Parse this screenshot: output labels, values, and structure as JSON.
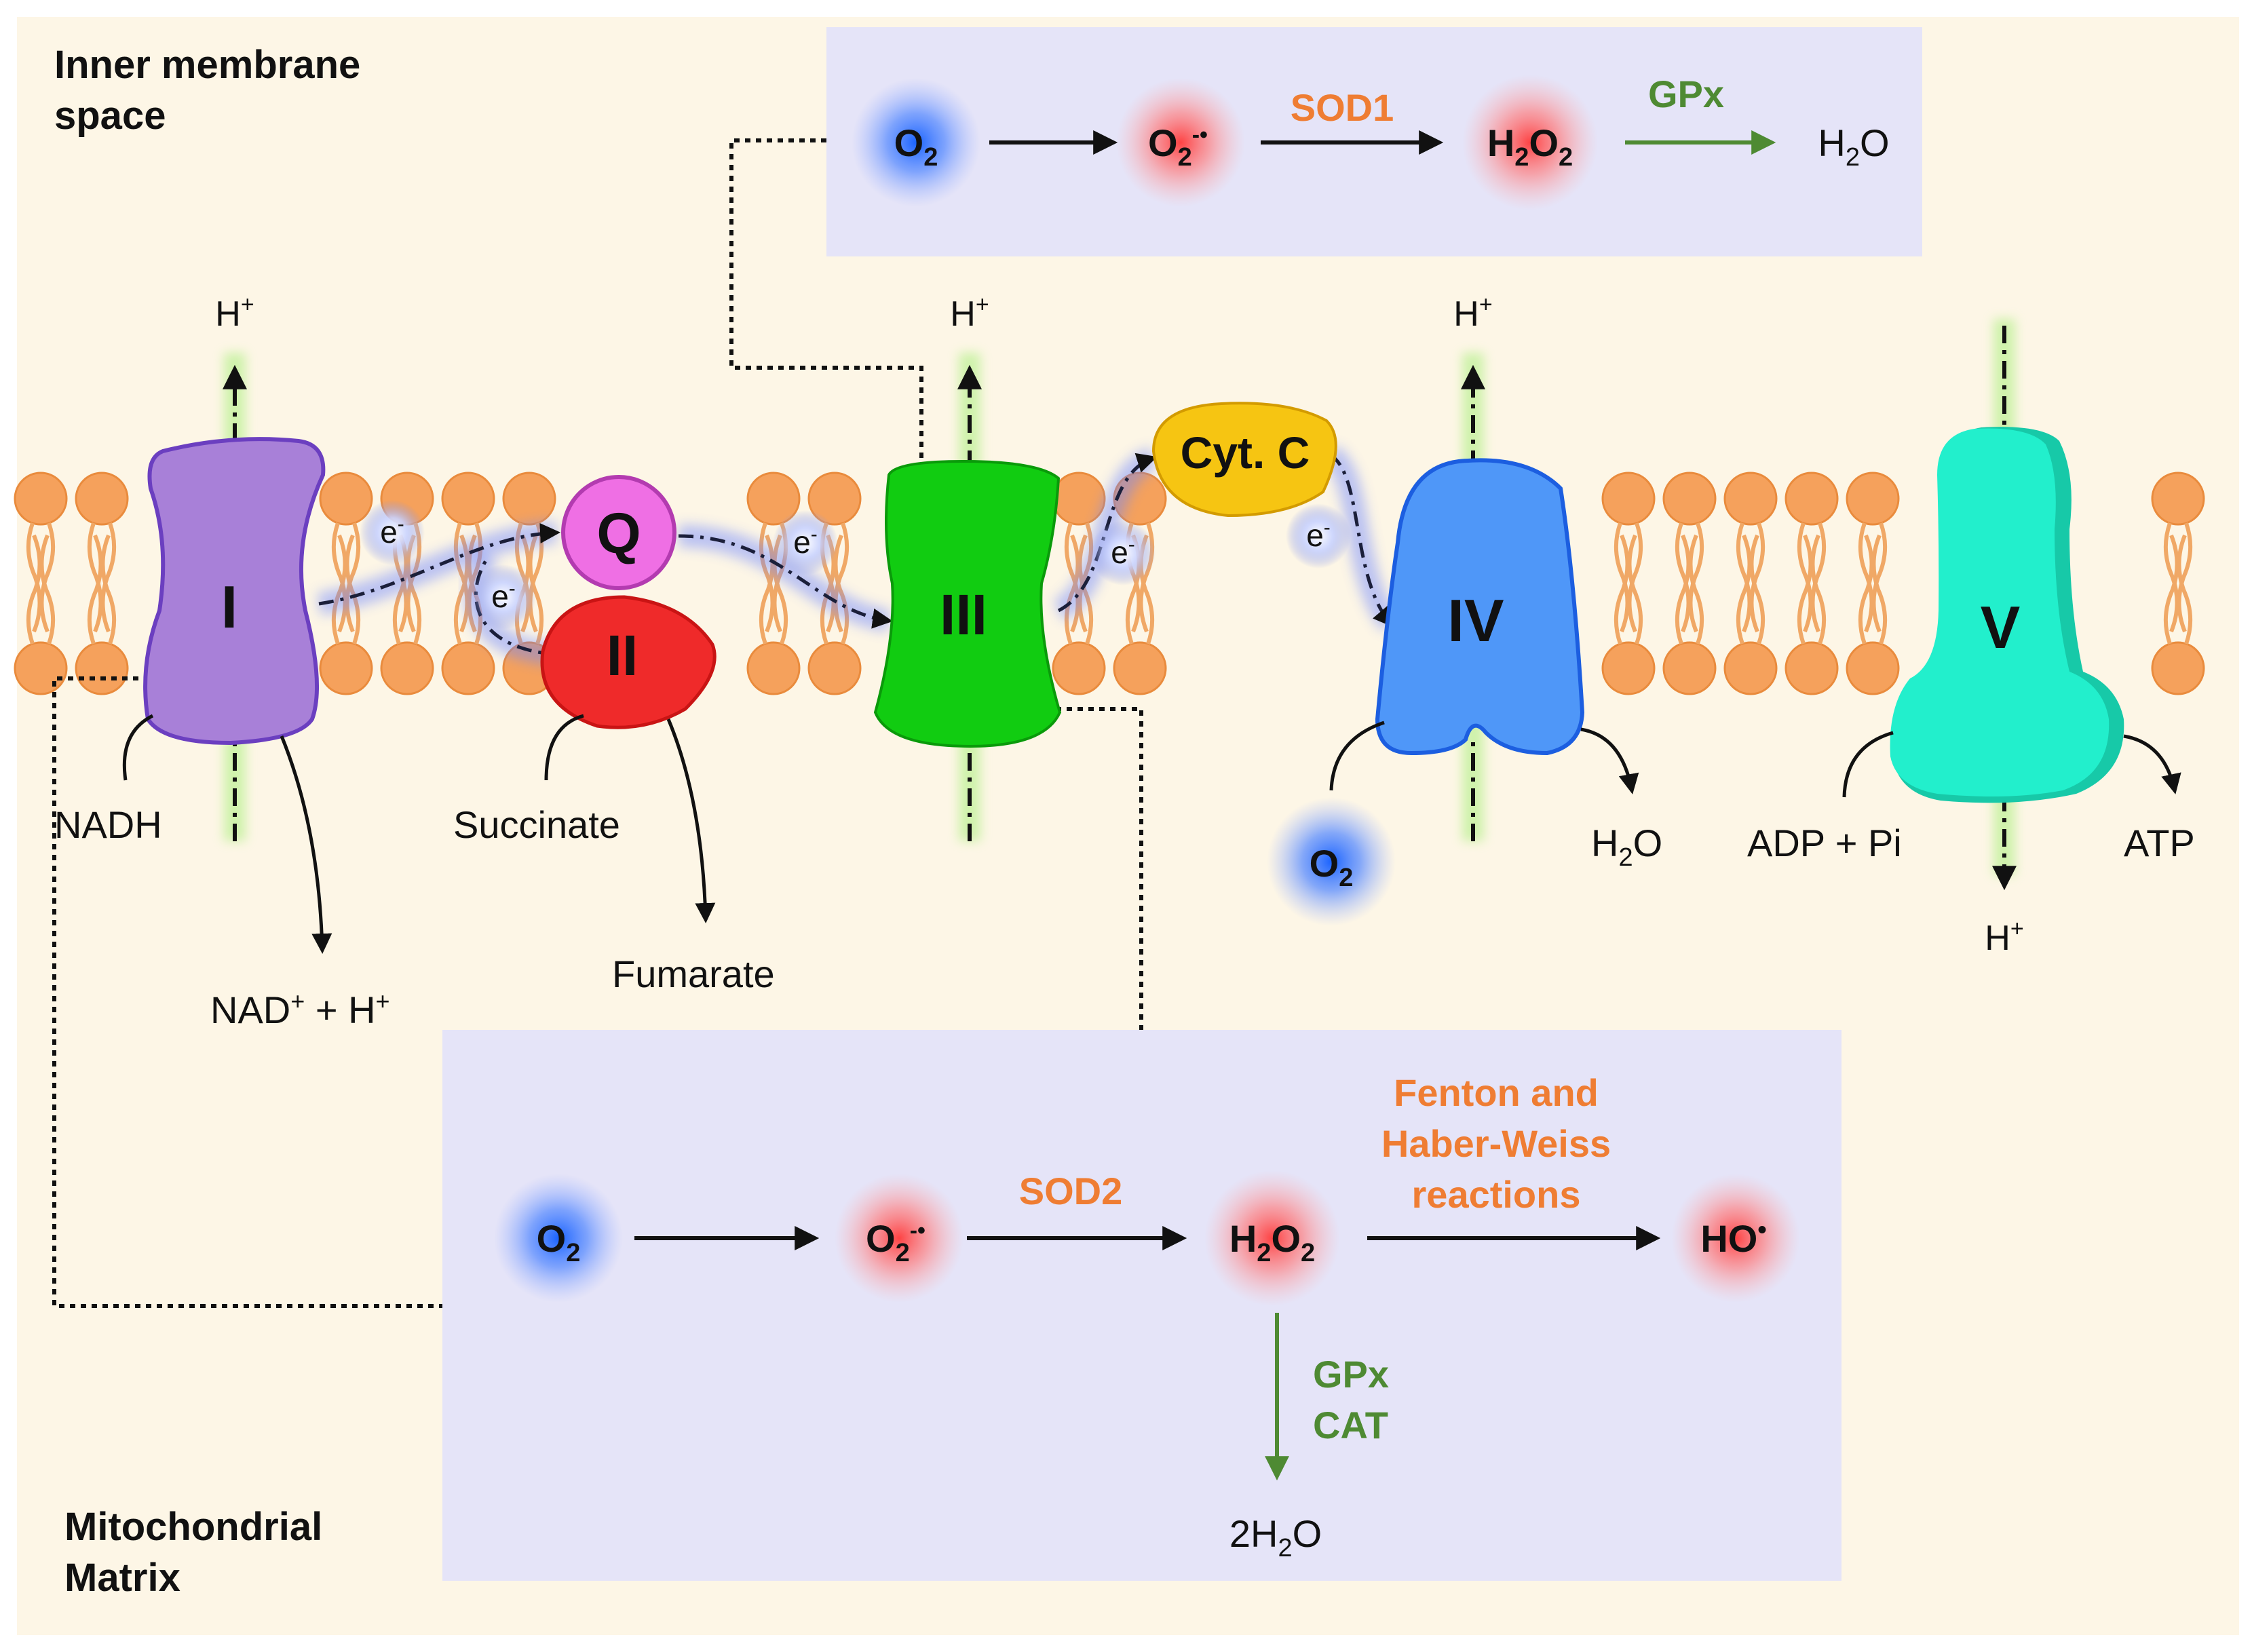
{
  "regions": {
    "ims_line1": "Inner membrane",
    "ims_line2": "space",
    "matrix_line1": "Mitochondrial",
    "matrix_line2": "Matrix"
  },
  "complexes": {
    "c1": "I",
    "c2": "II",
    "c3": "III",
    "c4": "IV",
    "c5": "V",
    "q": "Q",
    "cytc": "Cyt. C"
  },
  "electron": {
    "base": "e",
    "sup": "-"
  },
  "proton": {
    "base": "H",
    "sup": "+"
  },
  "substrates": {
    "nadh": "NADH",
    "nad_base": "NAD",
    "nad_sup": "+",
    "nad_rest": " + H",
    "nad_rest_sup": "+",
    "succinate": "Succinate",
    "fumarate": "Fumarate",
    "o2_base": "O",
    "o2_sub": "2",
    "h2o_base1": "H",
    "h2o_sub": "2",
    "h2o_base2": "O",
    "adp": "ADP + Pi",
    "atp": "ATP"
  },
  "ims_pathway": {
    "o2_base": "O",
    "o2_sub": "2",
    "sup_base": "O",
    "sup_sub": "2",
    "sup_sup": "-•",
    "h2o2_a": "H",
    "h2o2_sub1": "2",
    "h2o2_b": "O",
    "h2o2_sub2": "2",
    "h2o_a": "H",
    "h2o_sub": "2",
    "h2o_b": "O",
    "enzyme1": "SOD1",
    "enzyme2": "GPx"
  },
  "matrix_pathway": {
    "o2_base": "O",
    "o2_sub": "2",
    "sup_base": "O",
    "sup_sub": "2",
    "sup_sup": "-•",
    "h2o2_a": "H",
    "h2o2_sub1": "2",
    "h2o2_b": "O",
    "h2o2_sub2": "2",
    "ho_base": "HO",
    "ho_sup": "•",
    "enzyme1": "SOD2",
    "fenton1": "Fenton and",
    "fenton2": "Haber-Weiss",
    "fenton3": "reactions",
    "gpx": "GPx",
    "cat": "CAT",
    "water_a": "2H",
    "water_sub": "2",
    "water_b": "O"
  },
  "colors": {
    "background": "#fdf6e6",
    "box": "#e5e4f8",
    "lipid_head": "#f5a15c",
    "complex_I": "#a880d8",
    "complex_II": "#ef2a2a",
    "complex_III": "#11cc11",
    "complex_IV": "#4f97f8",
    "complex_V": "#22efcc",
    "q": "#ef6fe4",
    "cytc": "#f6c512",
    "enzyme_orange": "#ef7d33",
    "enzyme_green": "#4e8a33"
  }
}
